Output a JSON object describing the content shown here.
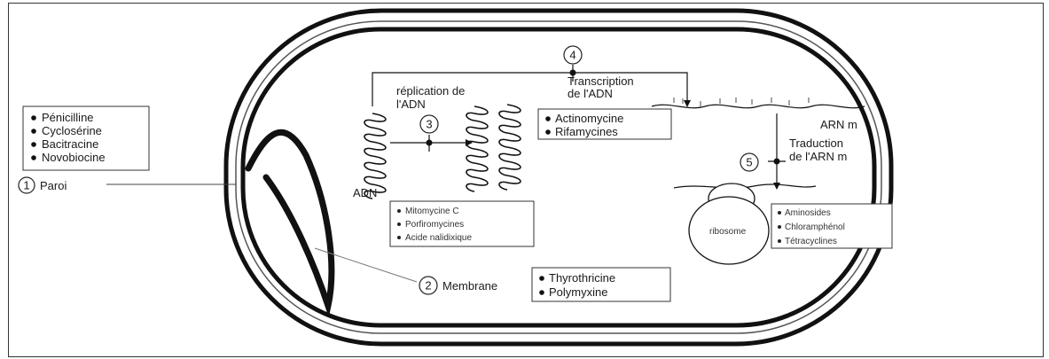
{
  "labels": {
    "paroi": "Paroi",
    "membrane": "Membrane",
    "replication": [
      "réplication de",
      "l'ADN"
    ],
    "transcription": [
      "Transcription",
      "de l'ADN"
    ],
    "traduction": [
      "Traduction",
      "de l'ARN m"
    ],
    "adn": "ADN",
    "arn": "ARN m",
    "ribosome": "ribosome"
  },
  "numbers": [
    "1",
    "2",
    "3",
    "4",
    "5"
  ],
  "boxes": {
    "paroi": [
      "Pénicilline",
      "Cyclosérine",
      "Bacitracine",
      "Novobiocine"
    ],
    "membrane": [
      "Thyrothricine",
      "Polymyxine"
    ],
    "replication": [
      "Mitomycine C",
      "Porfiromycines",
      "Acide nalidixique"
    ],
    "transcription": [
      "Actinomycine",
      "Rifamycines"
    ],
    "traduction": [
      "Aminosides",
      "Chloramphénol",
      "Tétracyclines"
    ]
  },
  "colors": {
    "ink": "#1a1a1a",
    "wall": "#111111",
    "background": "#ffffff"
  }
}
